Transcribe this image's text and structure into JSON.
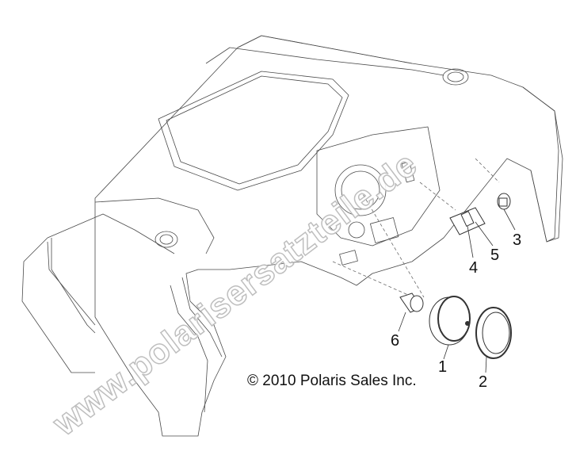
{
  "diagram": {
    "type": "exploded parts diagram",
    "subject": "Dashboard / instrument panel with gauge and switches",
    "copyright": "© 2010 Polaris Sales Inc.",
    "watermark": "www.polarisersatzteile.de",
    "callouts": [
      {
        "id": "1",
        "label": "1",
        "part": "round gauge / speedometer"
      },
      {
        "id": "2",
        "label": "2",
        "part": "gauge bezel ring"
      },
      {
        "id": "3",
        "label": "3",
        "part": "small round connector / plug"
      },
      {
        "id": "4",
        "label": "4",
        "part": "rocker switch"
      },
      {
        "id": "5",
        "label": "5",
        "part": "switch housing"
      },
      {
        "id": "6",
        "label": "6",
        "part": "ignition key switch"
      }
    ],
    "colors": {
      "line": "#4a4a4a",
      "dash": "#6a6a6a",
      "text": "#111111",
      "watermark_outline": "#b8b8b8"
    }
  }
}
